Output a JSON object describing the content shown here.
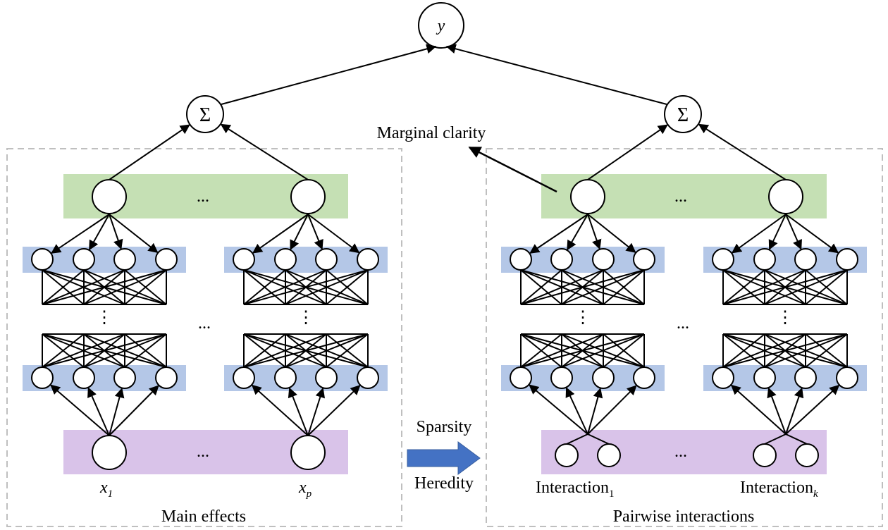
{
  "colors": {
    "output_band": "#c5e0b4",
    "hidden_band": "#b4c7e7",
    "input_band": "#d9c3e9",
    "arrow": "#4472c4",
    "frame": "#bfbfbf"
  },
  "output_label": "y",
  "sum_symbol": "Σ",
  "ellipsis": "...",
  "vertical_ellipsis": "⋮",
  "annotations": {
    "marginal_clarity": "Marginal clarity",
    "sparsity": "Sparsity",
    "heredity": "Heredity"
  },
  "main_effects": {
    "title": "Main effects",
    "input_first": {
      "base": "x",
      "sub": "1"
    },
    "input_last": {
      "base": "x",
      "sub": "p"
    }
  },
  "pairwise": {
    "title": "Pairwise interactions",
    "input_first": {
      "base": "Interaction",
      "sub": "1"
    },
    "input_last": {
      "base": "Interaction",
      "sub": "k"
    }
  }
}
